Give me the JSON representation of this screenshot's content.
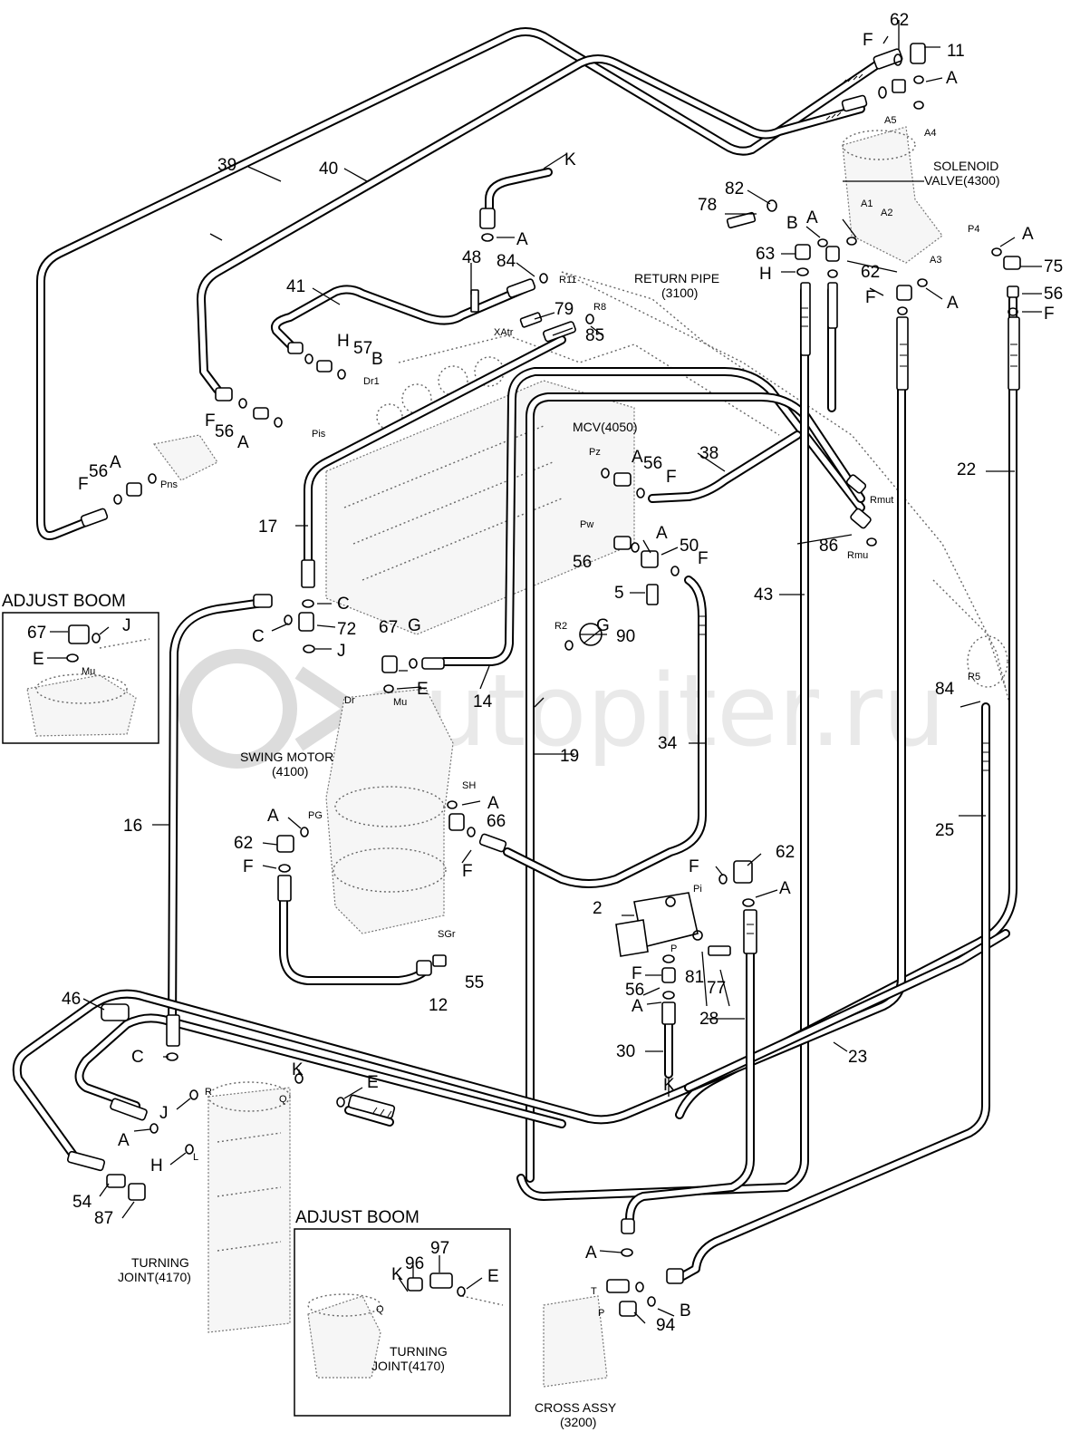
{
  "watermark": "autopiter.ru",
  "components": {
    "solenoid_valve": [
      "SOLENOID",
      "VALVE(4300)"
    ],
    "return_pipe": [
      "RETURN PIPE",
      "(3100)"
    ],
    "mcv": "MCV(4050)",
    "swing_motor": [
      "SWING MOTOR",
      "(4100)"
    ],
    "turning_joint": [
      "TURNING",
      "JOINT(4170)"
    ],
    "cross_assy": [
      "CROSS ASSY",
      "(3200)"
    ]
  },
  "insets": {
    "left": {
      "title": "ADJUST BOOM",
      "labels": [
        "67",
        "J",
        "E",
        "Mu"
      ]
    },
    "bottom": {
      "title": "ADJUST BOOM",
      "labels": [
        "97",
        "96",
        "K",
        "E",
        "Q"
      ],
      "component": [
        "TURNING",
        "JOINT(4170)"
      ]
    }
  },
  "part_numbers": [
    "2",
    "5",
    "11",
    "12",
    "14",
    "16",
    "17",
    "19",
    "22",
    "23",
    "25",
    "28",
    "30",
    "34",
    "38",
    "39",
    "40",
    "41",
    "43",
    "46",
    "48",
    "50",
    "54",
    "55",
    "56",
    "57",
    "62",
    "63",
    "66",
    "67",
    "72",
    "75",
    "77",
    "78",
    "79",
    "81",
    "82",
    "84",
    "85",
    "86",
    "87",
    "90",
    "94"
  ],
  "port_labels": [
    "A1",
    "A2",
    "A3",
    "A4",
    "A5",
    "P4",
    "R11",
    "R8",
    "XAtr",
    "Dr1",
    "Pis",
    "Pns",
    "Pz",
    "Pw",
    "Rmut",
    "Rmu",
    "R2",
    "Dr",
    "Mu",
    "SH",
    "PG",
    "SGr",
    "Pi",
    "P",
    "R",
    "Q",
    "L",
    "R5",
    "T"
  ],
  "connector_letters": [
    "A",
    "B",
    "C",
    "E",
    "F",
    "G",
    "H",
    "J",
    "K"
  ]
}
